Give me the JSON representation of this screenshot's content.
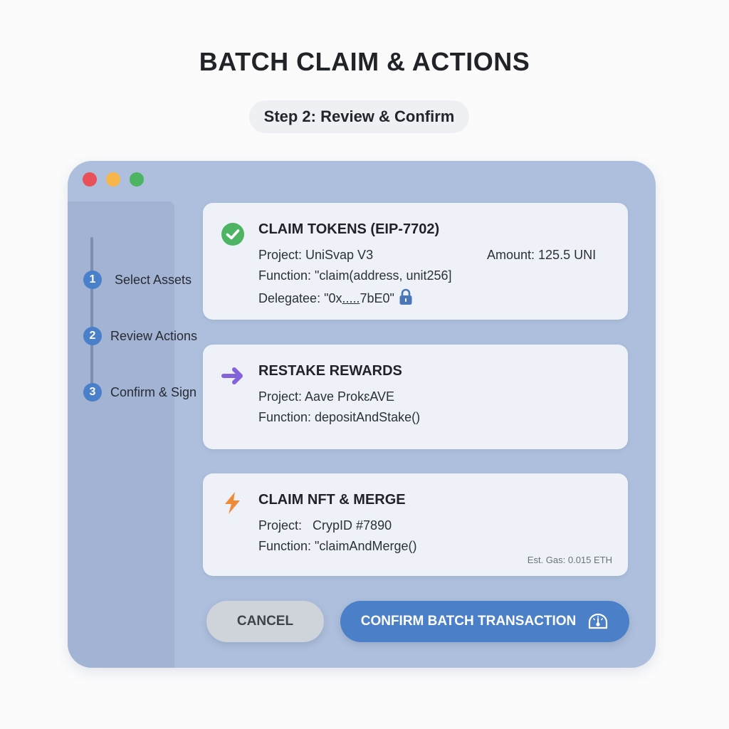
{
  "header": {
    "title": "BATCH CLAIM & ACTIONS",
    "step_label": "Step 2: Review & Confirm"
  },
  "window": {
    "controls": [
      "close",
      "minimize",
      "maximize"
    ]
  },
  "sidebar": {
    "steps": [
      {
        "number": "1",
        "label": "Select Assets"
      },
      {
        "number": "2",
        "label": "Review Actions"
      },
      {
        "number": "3",
        "label": "Confirm & Sign"
      }
    ]
  },
  "actions": [
    {
      "icon": "check-circle-icon",
      "title": "CLAIM TOKENS (EIP-7702)",
      "project": "Project: UniSvap V3",
      "amount": "Amount: 125.5 UNI",
      "function": "Function: \"claim(address, unit256]",
      "delegatee_prefix": "Delegatee: \"0x",
      "delegatee_mid": ".....",
      "delegatee_suffix": "7bE0\"",
      "delegatee_icon": "lock-icon"
    },
    {
      "icon": "arrow-right-icon",
      "title": "RESTAKE REWARDS",
      "project": "Project: Aave ProkɛAVE",
      "function": "Function: depositAndStake()"
    },
    {
      "icon": "lightning-icon",
      "title": "CLAIM NFT & MERGE",
      "project": "Project:   CrypID #7890",
      "function": "Function: \"claimAndMerge()",
      "gas": "Est. Gas: 0.015 ETH"
    }
  ],
  "buttons": {
    "cancel": "CANCEL",
    "confirm": "CONFIRM BATCH TRANSACTION",
    "confirm_icon": "gauge-icon"
  },
  "colors": {
    "accent": "#4b80c8",
    "success": "#4cb463",
    "restake": "#8462d8",
    "nft": "#f08a36",
    "window_bg": "#adbfdc",
    "sidebar_bg": "#a2b3d3"
  }
}
